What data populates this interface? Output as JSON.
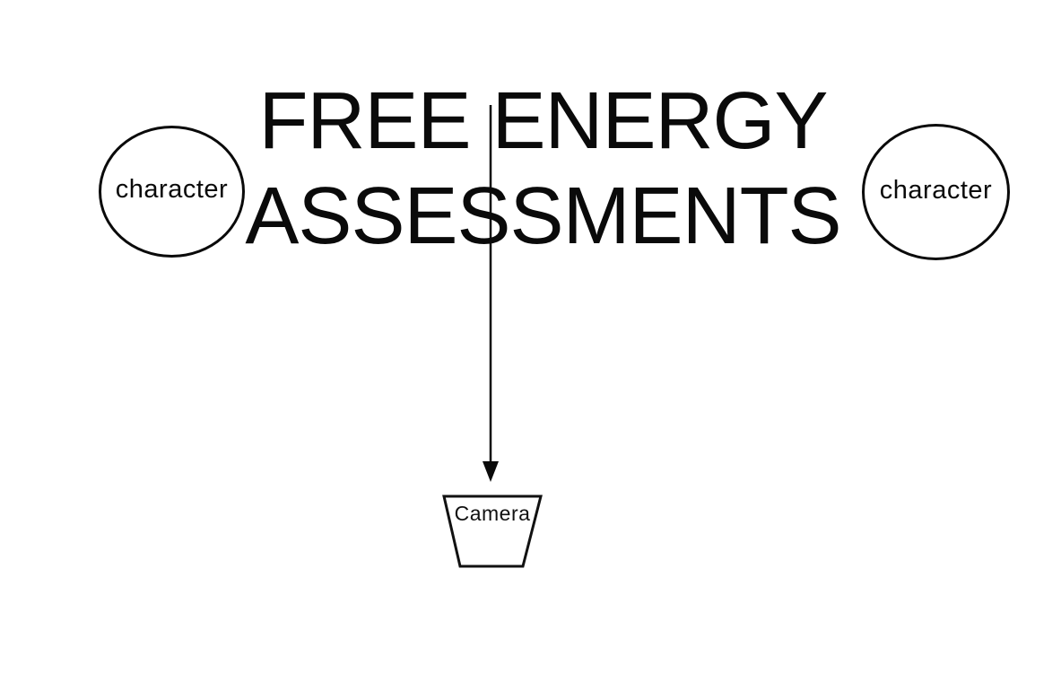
{
  "page": {
    "background_color": "#ffffff",
    "ink_color": "#000000"
  },
  "diagram": {
    "title": {
      "line1": "FREE ENERGY",
      "line2": "ASSESSMENTS"
    },
    "nodes": {
      "character_left": {
        "label": "character",
        "shape": "ellipse"
      },
      "character_right": {
        "label": "character",
        "shape": "ellipse"
      },
      "camera": {
        "label": "Camera",
        "shape": "trapezoid"
      }
    },
    "connectors": [
      {
        "name": "title-to-camera",
        "type": "arrow",
        "direction": "down"
      }
    ]
  }
}
